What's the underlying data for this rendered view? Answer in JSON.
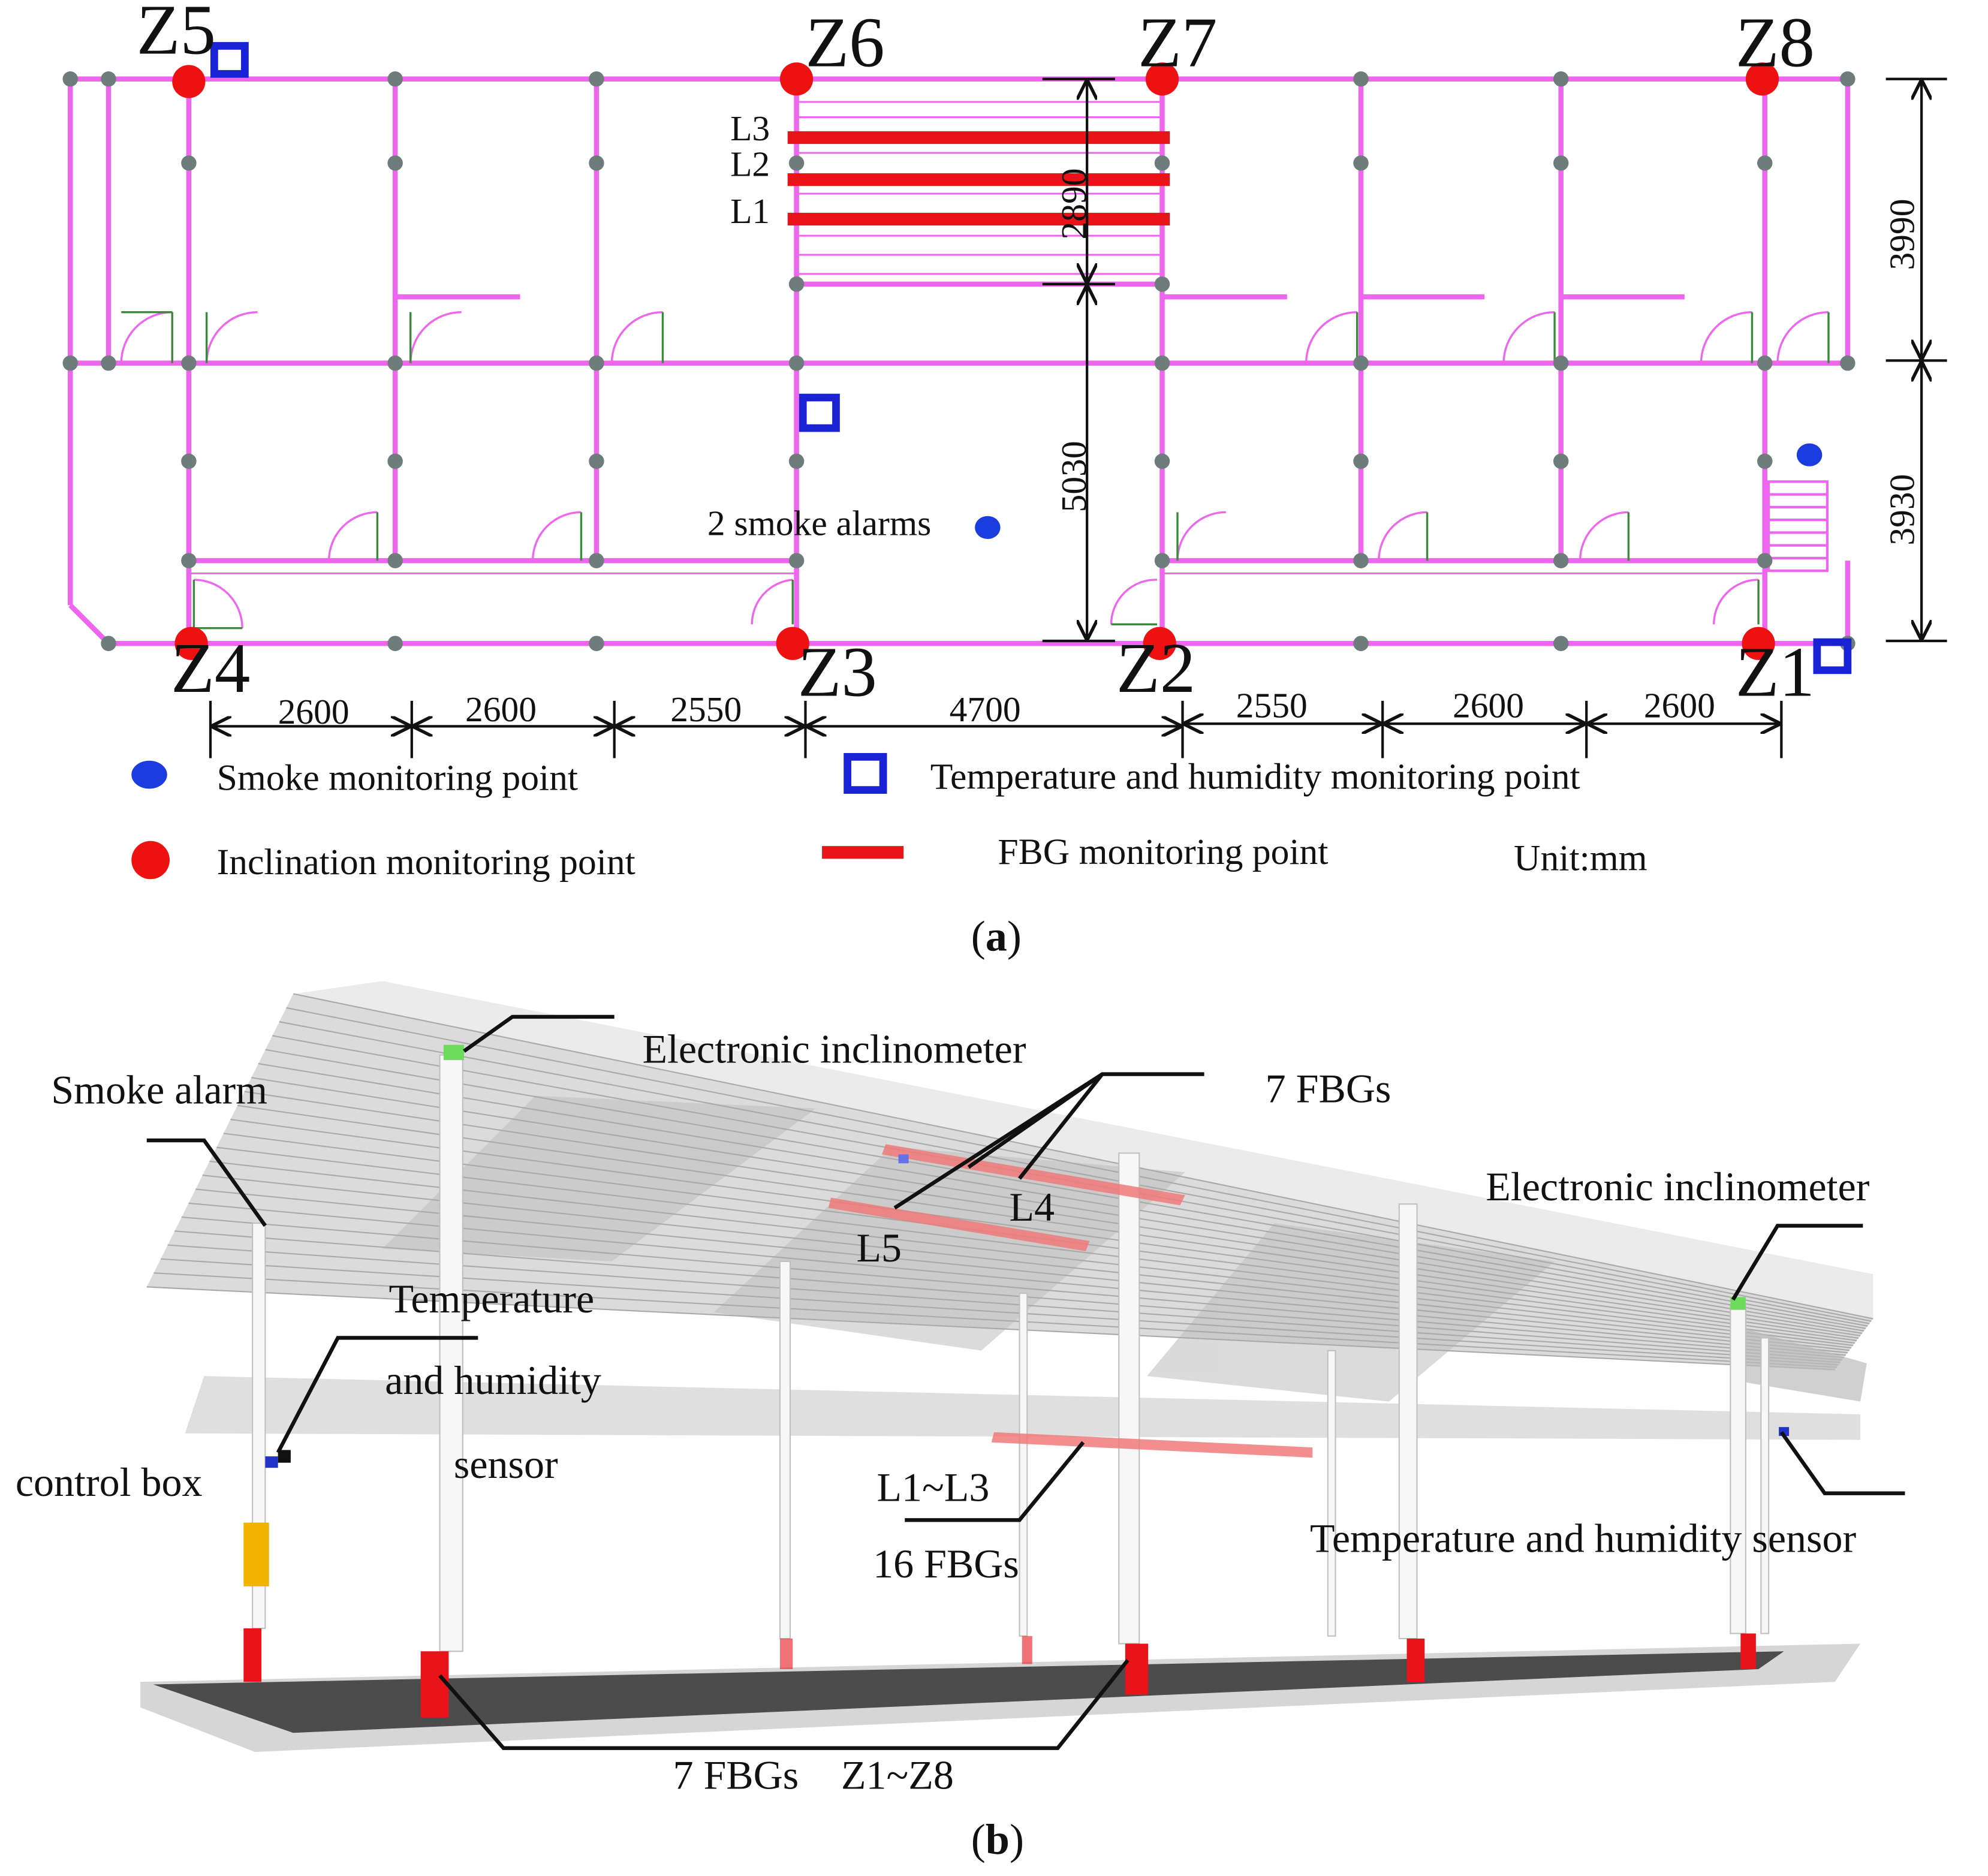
{
  "panel_a": {
    "caption": "(a)",
    "caption_letter": "a",
    "zones": [
      "Z1",
      "Z2",
      "Z3",
      "Z4",
      "Z5",
      "Z6",
      "Z7",
      "Z8"
    ],
    "fbg_lines": [
      "L1",
      "L2",
      "L3"
    ],
    "bottom_dims": [
      "2600",
      "2600",
      "2550",
      "4700",
      "2550",
      "2600",
      "2600"
    ],
    "right_dims": [
      "3990",
      "3930"
    ],
    "inner_dims": [
      "2890",
      "5030"
    ],
    "smoke_note": "2 smoke alarms",
    "legend": {
      "smoke": "Smoke monitoring point",
      "temp_humidity": "Temperature and humidity monitoring point",
      "inclination": "Inclination monitoring point",
      "fbg": "FBG monitoring point",
      "unit": "Unit:mm"
    },
    "colors": {
      "walls": "#ee66ee",
      "inclination": "#ee1111",
      "fbg": "#e8141a",
      "smoke": "#1b3de0",
      "temp_humidity": "#1a22d6",
      "node": "#6f7c7c"
    }
  },
  "panel_b": {
    "caption": "(b)",
    "caption_letter": "b",
    "labels": {
      "inclinometer_1": "Electronic inclinometer",
      "inclinometer_2": "Electronic inclinometer",
      "fbg_top": "7 FBGs",
      "l4": "L4",
      "l5": "L5",
      "smoke_alarm": "Smoke alarm",
      "temp_1": "Temperature",
      "temp_2": "and humidity",
      "temp_3": "sensor",
      "control_box": "control box",
      "l1_l3": "L1~L3",
      "fbg_mid": "16 FBGs",
      "temp_right": "Temperature and humidity sensor",
      "fbg_bottom": "7 FBGs",
      "z_range": "Z1~Z8"
    }
  }
}
